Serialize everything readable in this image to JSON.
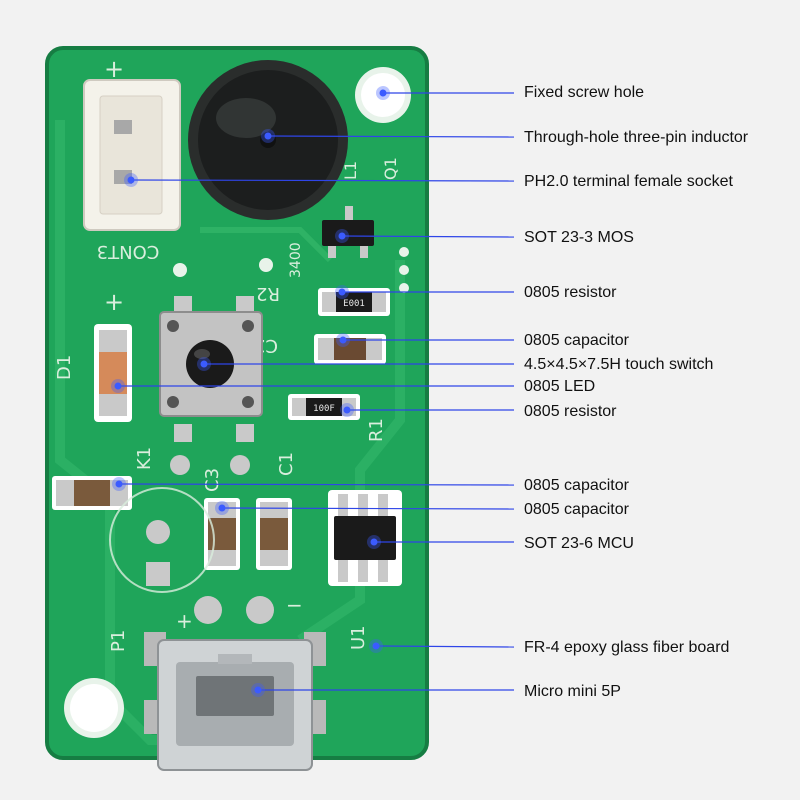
{
  "colors": {
    "board": "#1fa55a",
    "board_dark": "#15884a",
    "pointer_line": "#2f45e8",
    "pointer_dot": "#3b5bff",
    "background": "#f2f2f2"
  },
  "silkscreen": {
    "cont": "CONT3",
    "plus_top": "+",
    "l1": "L1",
    "q1": "Q1",
    "code_3400": "3400",
    "r2": "R2",
    "c2": "C2",
    "plus_d1": "+",
    "d1": "D1",
    "k1": "K1",
    "c3": "C3",
    "c1": "C1",
    "r1": "R1",
    "p1": "P1",
    "plus_p1": "+",
    "minus_p1": "−",
    "u1": "U1"
  },
  "chip_marks": {
    "r_top": "E001",
    "r_mid": "100F"
  },
  "callouts": [
    {
      "id": "fixed-screw-hole",
      "text": "Fixed screw hole"
    },
    {
      "id": "inductor",
      "text": "Through-hole three-pin inductor"
    },
    {
      "id": "terminal-socket",
      "text": "PH2.0 terminal female socket"
    },
    {
      "id": "mos",
      "text": "SOT 23-3 MOS"
    },
    {
      "id": "resistor-top",
      "text": "0805 resistor"
    },
    {
      "id": "capacitor-top",
      "text": "0805 capacitor"
    },
    {
      "id": "touch-switch",
      "text": "4.5×4.5×7.5H touch switch"
    },
    {
      "id": "led",
      "text": "0805 LED"
    },
    {
      "id": "resistor-mid",
      "text": "0805 resistor"
    },
    {
      "id": "capacitor-left",
      "text": "0805 capacitor"
    },
    {
      "id": "capacitor-c3",
      "text": "0805 capacitor"
    },
    {
      "id": "mcu",
      "text": "SOT 23-6 MCU"
    },
    {
      "id": "fr4-board",
      "text": "FR-4 epoxy glass fiber board"
    },
    {
      "id": "micro-usb",
      "text": "Micro mini 5P"
    }
  ]
}
